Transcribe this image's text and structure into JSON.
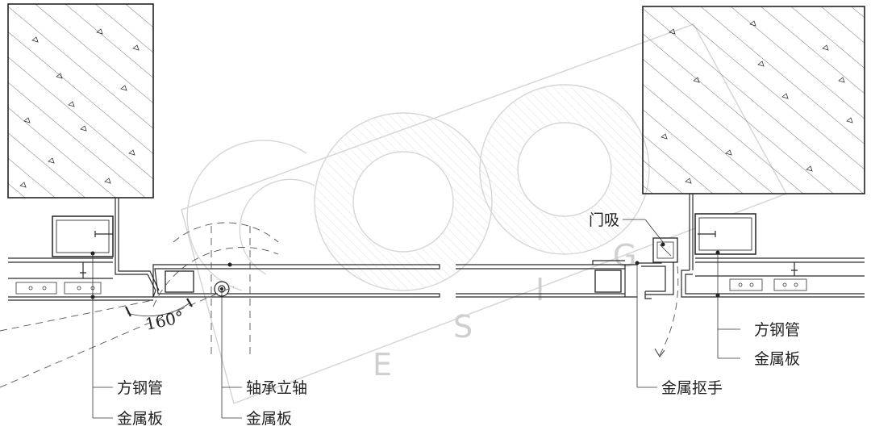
{
  "labels": {
    "left_tube": "方钢管",
    "left_plate": "金属板",
    "pivot_axis": "轴承立轴",
    "center_plate": "金属板",
    "door_stop": "门吸",
    "right_tube": "方钢管",
    "right_plate": "金属板",
    "handle": "金属抠手"
  },
  "angle_label": "160°",
  "watermark": {
    "letters": [
      "E",
      "S",
      "I",
      "G"
    ],
    "logo_text": "coo"
  }
}
